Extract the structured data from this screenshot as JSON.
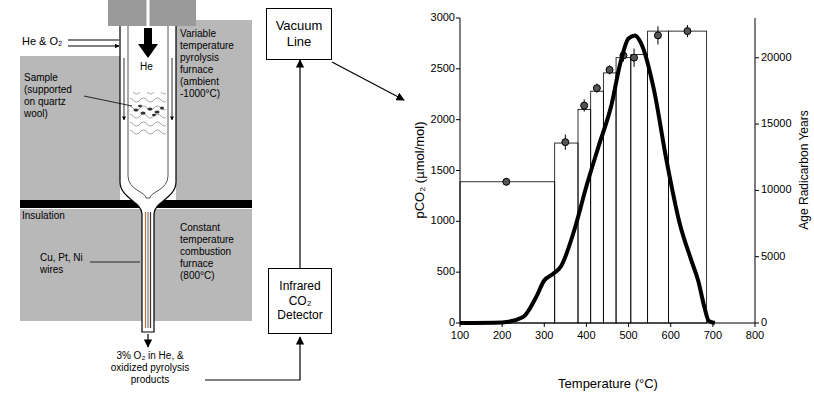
{
  "diagram": {
    "nodes": [
      {
        "text": [
          "Vacuum Line"
        ]
      },
      {
        "text": [
          "Infrared CO₂ Detector"
        ]
      }
    ],
    "edges": [
      {
        "from": 1,
        "to": 0,
        "arrow": "to"
      }
    ],
    "labels": [
      "He & O₂",
      "He",
      "Sample (supported on quartz wool)",
      "Variable temperature pyrolysis furnace (ambient -1000°C)",
      "Insulation",
      "Cu, Pt, Ni wires",
      "Constant temperature combustion furnace (800°C)",
      "3% O₂ in He, & oxidized pyrolysis products",
      "0",
      "500",
      "1000",
      "1500",
      "2000",
      "2500",
      "3000",
      "100",
      "200",
      "300",
      "400",
      "500",
      "600",
      "700",
      "800",
      "0",
      "5000",
      "10000",
      "15000",
      "20000",
      "pCO₂ (µmol/mol)",
      "Temperature (°C)",
      "Age Radicarbon Years"
    ]
  }
}
